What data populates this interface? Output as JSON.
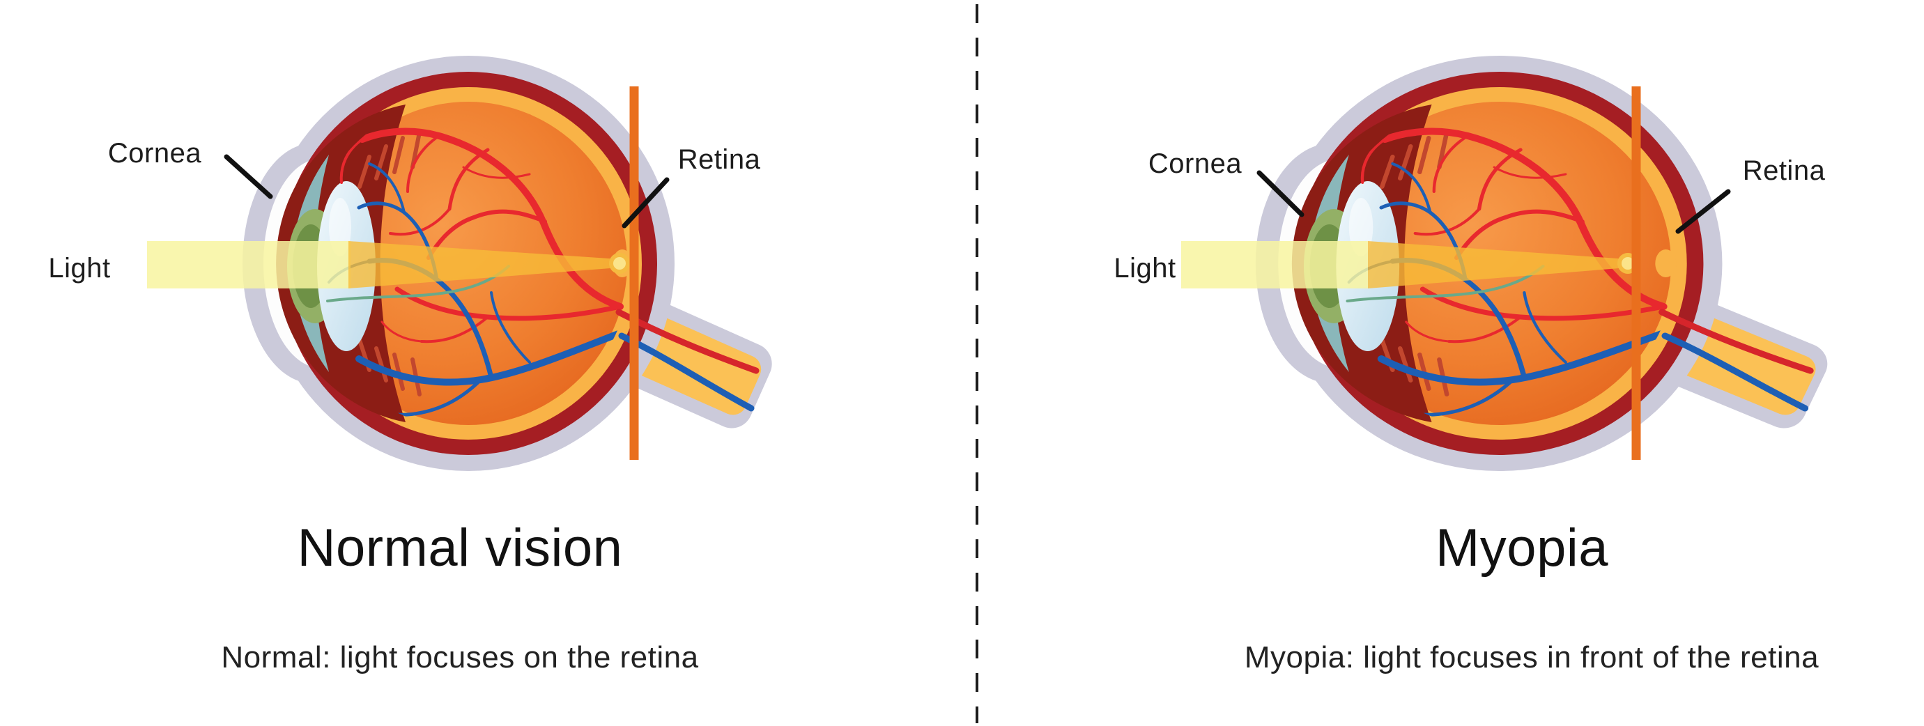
{
  "figure": {
    "type": "eye-anatomy-comparison",
    "panels": {
      "left": {
        "labels": {
          "cornea": "Cornea",
          "light": "Light",
          "retina": "Retina"
        },
        "title": "Normal vision",
        "caption": "Normal: light focuses on the retina",
        "focus_position": "on the retina line"
      },
      "right": {
        "labels": {
          "cornea": "Cornea",
          "light": "Light",
          "retina": "Retina"
        },
        "title": "Myopia",
        "caption": "Myopia: light focuses in front of the retina",
        "focus_position": "in front of the retina wall (elongated eye)"
      }
    },
    "divider": {
      "style": "vertical dashed line",
      "color": "#1C1C1C"
    },
    "colors": {
      "retina_line": "#E96F1E",
      "light_beam": "#F8F5A0",
      "focus_cone": "#F8BC38",
      "focus_dot": "#FBE48A",
      "sclera": "#CBCADA",
      "choroid_dark_red": "#A51E23",
      "ciliary_maroon": "#8C1D15",
      "inner_ring_gold": "#F9B347",
      "vitreous_orange": "#EF7E2F",
      "artery_red": "#E8282E",
      "vein_blue": "#1D5FB5",
      "cornea_teal": "#8AC0C3",
      "lens_blue": "#C3DDED",
      "pupil_green": "#93B066",
      "text": "#1D1D1D"
    }
  }
}
